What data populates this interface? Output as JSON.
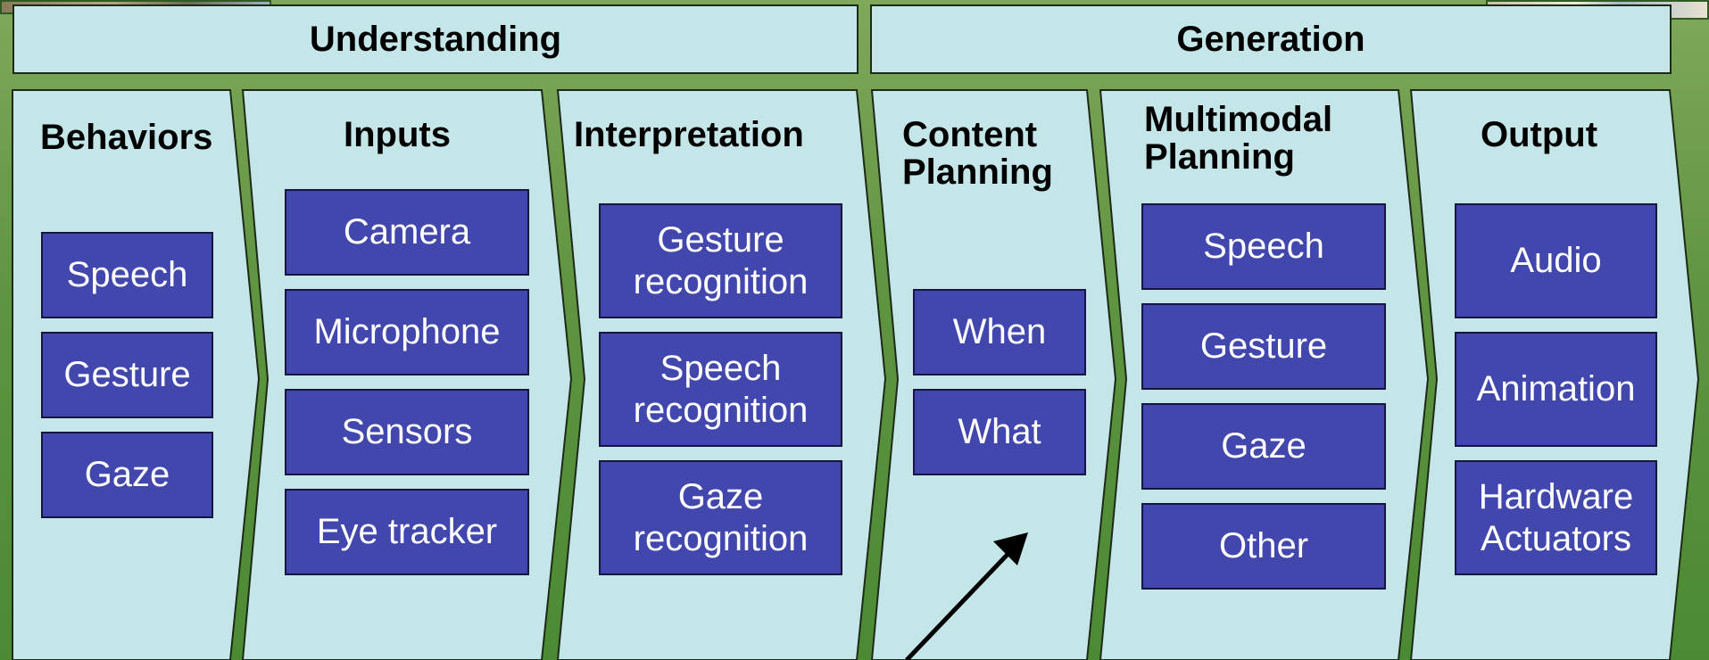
{
  "headers": {
    "understanding": "Understanding",
    "generation": "Generation"
  },
  "stages": {
    "behaviors": {
      "title": "Behaviors",
      "items": [
        "Speech",
        "Gesture",
        "Gaze"
      ]
    },
    "inputs": {
      "title": "Inputs",
      "items": [
        "Camera",
        "Microphone",
        "Sensors",
        "Eye tracker"
      ]
    },
    "interpretation": {
      "title": "Interpretation",
      "items": [
        "Gesture recognition",
        "Speech recognition",
        "Gaze recognition"
      ]
    },
    "content_planning": {
      "title": "Content Planning",
      "items": [
        "When",
        "What"
      ]
    },
    "multimodal_planning": {
      "title": "Multimodal Planning",
      "items": [
        "Speech",
        "Gesture",
        "Gaze",
        "Other"
      ]
    },
    "output": {
      "title": "Output",
      "items": [
        "Audio",
        "Animation",
        "Hardware Actuators"
      ]
    }
  },
  "colors": {
    "panel": "#c4e6e8",
    "box": "#4147ad",
    "background": "#5f9440"
  }
}
